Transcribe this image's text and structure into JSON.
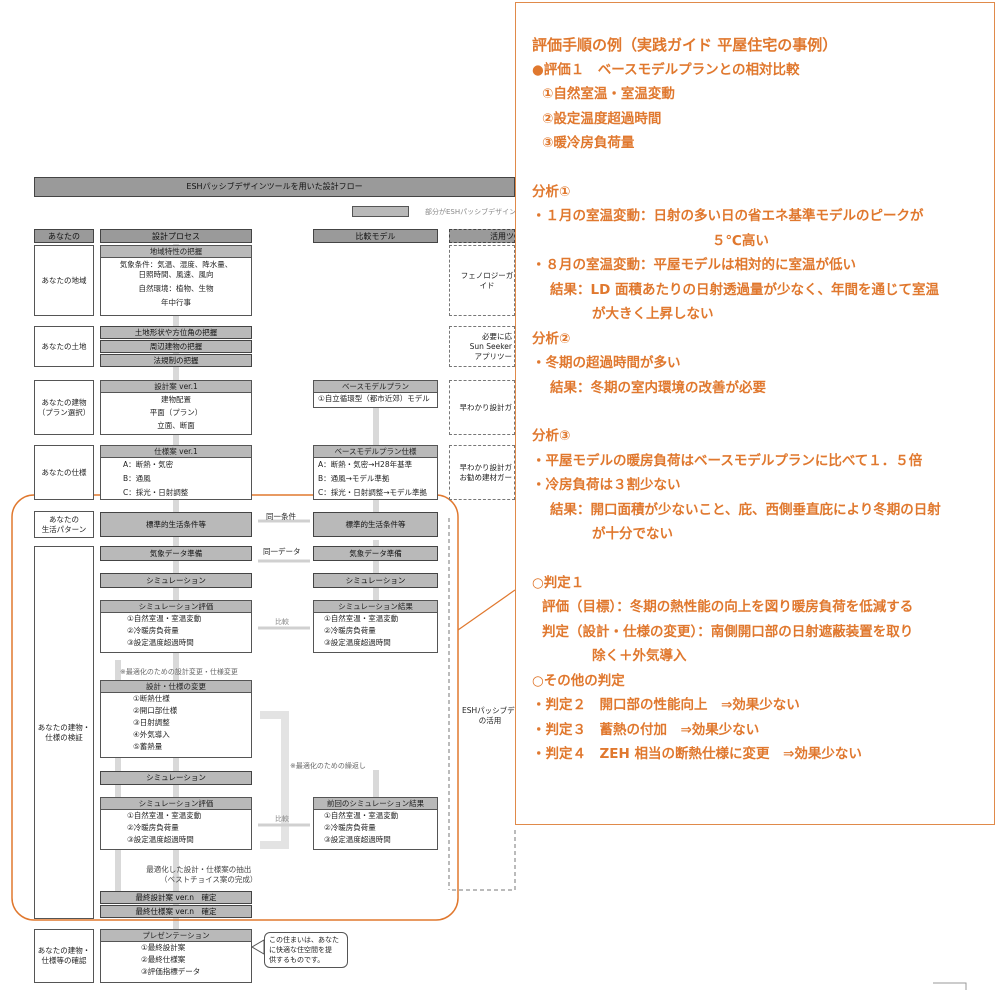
{
  "flow": {
    "title": "ESHパッシブデザインツールを用いた設計フロー",
    "legend_text": "部分がESHパッシブデザイン",
    "headers": {
      "anata": "あなたの",
      "process": "設計プロセス",
      "compare": "比較モデル",
      "tool": "活用ツ"
    },
    "rows": {
      "region": "あなたの地域",
      "land": "あなたの土地",
      "building": [
        "あなたの建物",
        "（プラン選択）"
      ],
      "spec": "あなたの仕様",
      "life": [
        "あなたの",
        "生活パターン"
      ],
      "verify": [
        "あなたの建物・",
        "仕様の検証"
      ],
      "confirm": [
        "あなたの建物・",
        "仕様等の確認"
      ]
    },
    "region_box": {
      "title": "地域特性の把握",
      "lines": [
        "気象条件：気温、湿度、降水量、",
        "日照時間、風速、風向",
        "自然環境：植物、生物",
        "年中行事"
      ]
    },
    "land_bars": [
      "土地形状や方位角の把握",
      "周辺建物の把握",
      "法規制の把握"
    ],
    "plan_box": {
      "title": "設計案 ver.1",
      "lines": [
        "建物配置",
        "平面（プラン）",
        "立面、断面"
      ]
    },
    "base_plan": {
      "title": "ベースモデルプラン",
      "lines": [
        "①自立循環型（都市近郊）モデル"
      ]
    },
    "spec_box": {
      "title": "仕様案 ver.1",
      "lines": [
        "A：断熱・気密",
        "B：通風",
        "C：採光・日射調整"
      ]
    },
    "base_spec": {
      "title": "ベースモデルプラン仕様",
      "lines": [
        "A：断熱・気密→H28年基準",
        "B：通風→モデル準拠",
        "C：採光・日射調整→モデル準拠"
      ]
    },
    "tools": {
      "region": "フェノロジーガイド",
      "land": [
        "必要に応",
        "Sun Seeker",
        "アプリツー"
      ],
      "building": "早わかり設計ガ",
      "spec": [
        "早わかり設計ガ",
        "お勧め建材ガー"
      ],
      "verify": [
        "ESHパッシブデザ",
        "の活用"
      ]
    },
    "life_left": "標準的生活条件等",
    "life_right": "標準的生活条件等",
    "same_condition": "同一条件",
    "weather_left": "気象データ準備",
    "weather_right": "気象データ準備",
    "same_data": "同一データ",
    "sim": "シミュレーション",
    "sim_eval": {
      "title": "シミュレーション評価",
      "lines": [
        "①自然室温・室温変動",
        "②冷暖房負荷量",
        "③設定温度超過時間"
      ]
    },
    "sim_result": {
      "title": "シミュレーション結果",
      "lines": [
        "①自然室温・室温変動",
        "②冷暖房負荷量",
        "③設定温度超過時間"
      ]
    },
    "compare_label": "比較",
    "optim_note": "※最適化のための設計変更・仕様変更",
    "change_box": {
      "title": "設計・仕様の変更",
      "lines": [
        "①断熱仕様",
        "②開口部仕様",
        "③日射調整",
        "④外気導入",
        "⑤蓄熱量"
      ]
    },
    "repeat_note": "※最適化のための繰返し",
    "prev_result": {
      "title": "前回のシミュレーション結果",
      "lines": [
        "①自然室温・室温変動",
        "②冷暖房負荷量",
        "③設定温度超過時間"
      ]
    },
    "extract_note": [
      "最適化した設計・仕様案の抽出",
      "（ベストチョイス案の完成）"
    ],
    "final_bars": [
      "最終設計案 ver.n　確定",
      "最終仕様案 ver.n　確定"
    ],
    "present_box": {
      "title": "プレゼンテーション",
      "lines": [
        "①最終設計案",
        "②最終仕様案",
        "③評価指標データ"
      ]
    },
    "callout": [
      "この住まいは、あなた",
      "に快適な住空間を提",
      "供するものです。"
    ]
  },
  "panel": {
    "title": "評価手順の例（実践ガイド 平屋住宅の事例）",
    "eval1": "●評価１　ベースモデルプランとの相対比較",
    "eval1_items": [
      "①自然室温・室温変動",
      "②設定温度超過時間",
      "③暖冷房負荷量"
    ],
    "a1_title": "分析①",
    "a1_l1": "・１月の室温変動：日射の多い日の省エネ基準モデルのピークが",
    "a1_l1b": "５℃高い",
    "a1_l2": "・８月の室温変動：平屋モデルは相対的に室温が低い",
    "a1_r1": "結果：LD 面積あたりの日射透過量が少なく、年間を通じて室温",
    "a1_r2": "が大きく上昇しない",
    "a2_title": "分析②",
    "a2_l1": "・冬期の超過時間が多い",
    "a2_r1": "結果：冬期の室内環境の改善が必要",
    "a3_title": "分析③",
    "a3_l1": "・平屋モデルの暖房負荷はベースモデルプランに比べて１．５倍",
    "a3_l2": "・冷房負荷は３割少ない",
    "a3_r1": "結果：開口面積が少ないこと、庇、西側垂直庇により冬期の日射",
    "a3_r2": "が十分でない",
    "j1_title": "○判定１",
    "j1_l1": "評価（目標）：冬期の熱性能の向上を図り暖房負荷を低減する",
    "j1_l2": "判定（設計・仕様の変更）：南側開口部の日射遮蔽装置を取り",
    "j1_l3": "除く＋外気導入",
    "other_title": "○その他の判定",
    "other_items": [
      "・判定２　開口部の性能向上　⇒効果少ない",
      "・判定３　蓄熱の付加　⇒効果少ない",
      "・判定４　ZEH 相当の断熱仕様に変更　⇒効果少ない"
    ]
  },
  "colors": {
    "accent": "#e0782e",
    "border": "#e08a4a",
    "bar": "#b9b9b9"
  }
}
